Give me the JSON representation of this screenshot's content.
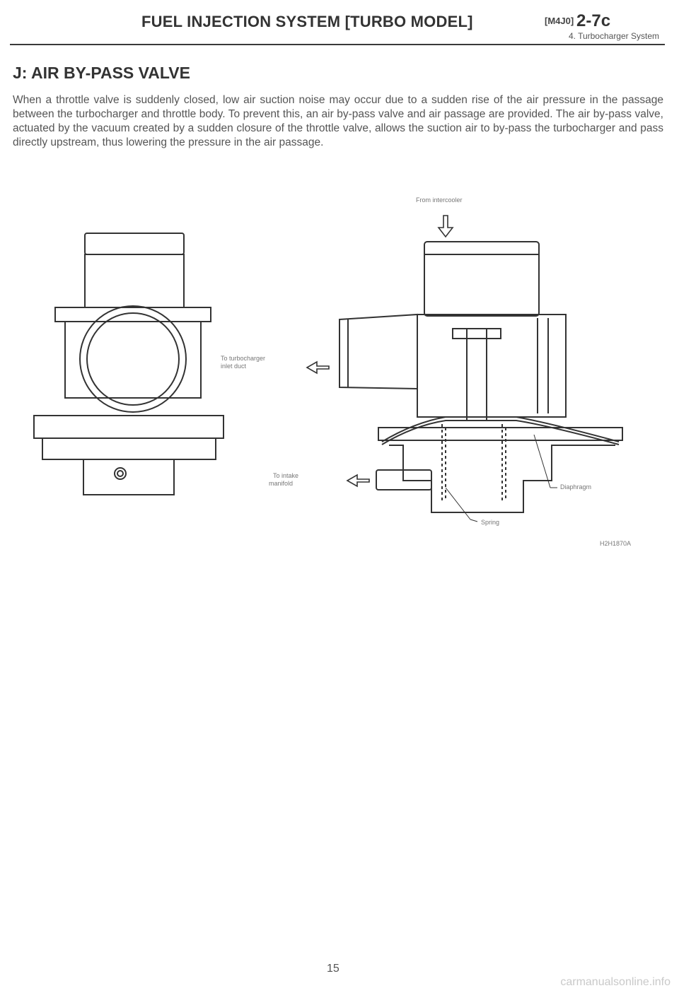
{
  "header": {
    "title": "FUEL INJECTION SYSTEM [TURBO MODEL]",
    "code": "[M4J0]",
    "page": "2-7c",
    "subtitle": "4. Turbocharger System"
  },
  "section": {
    "title": "J: AIR BY-PASS VALVE",
    "body": "When a throttle valve is suddenly closed, low air suction noise may occur due to a sudden rise of the air pressure in the passage between the turbocharger and throttle body. To prevent this, an air by-pass valve and air passage are provided. The air by-pass valve, actuated by the vacuum created by a sudden closure of the throttle valve, allows the suction air to by-pass the turbocharger and pass directly upstream, thus lowering the pressure in the air passage."
  },
  "figure": {
    "labels": {
      "from_intercooler": "From intercooler",
      "to_turbo_line1": "To turbocharger",
      "to_turbo_line2": "inlet duct",
      "to_intake_line1": "To intake",
      "to_intake_line2": "manifold",
      "diaphragm": "Diaphragm",
      "spring": "Spring"
    },
    "code": "H2H1870A"
  },
  "footer": {
    "page_number": "15",
    "watermark": "carmanualsonline.info"
  }
}
